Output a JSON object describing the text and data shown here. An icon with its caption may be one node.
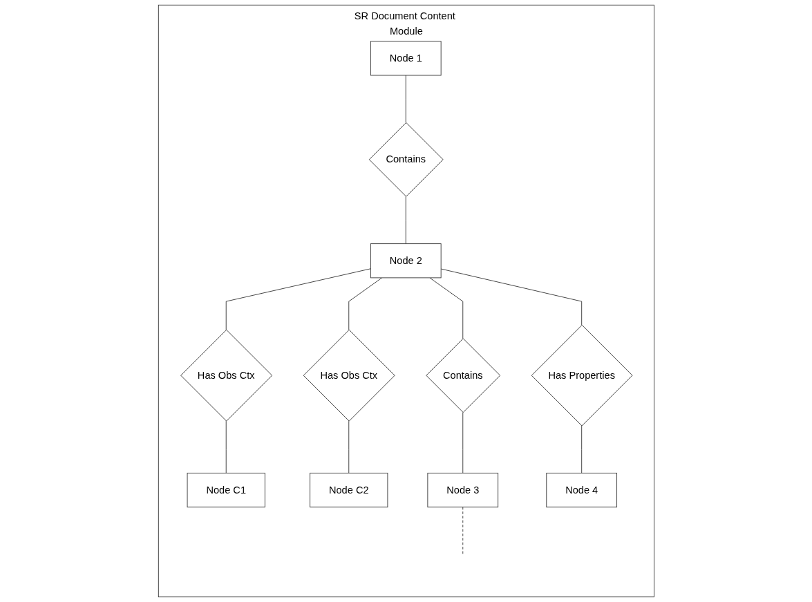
{
  "diagram": {
    "nodes": [
      {
        "text": [
          "SR Document Content Module"
        ]
      },
      {
        "text": [
          "Node 1"
        ],
        "in": 0
      },
      {
        "text": [
          "Contains"
        ],
        "in": 0
      },
      {
        "text": [
          "Node 2"
        ],
        "in": 0
      },
      {
        "text": [
          "Has Obs Ctx"
        ],
        "in": 0
      },
      {
        "text": [
          "Has Obs Ctx"
        ],
        "in": 0
      },
      {
        "text": [
          "Contains"
        ],
        "in": 0
      },
      {
        "text": [
          "Has Properties"
        ],
        "in": 0
      },
      {
        "text": [
          "Node C1"
        ],
        "in": 0
      },
      {
        "text": [
          "Node C2"
        ],
        "in": 0
      },
      {
        "text": [
          "Node 3"
        ],
        "in": 0
      },
      {
        "text": [
          "Node 4"
        ],
        "in": 0
      }
    ],
    "edges": [
      {
        "from": 1,
        "to": 2,
        "arrow": "none"
      },
      {
        "from": 2,
        "to": 3,
        "arrow": "none"
      },
      {
        "from": 3,
        "to": 4,
        "arrow": "none"
      },
      {
        "from": 3,
        "to": 5,
        "arrow": "none"
      },
      {
        "from": 3,
        "to": 6,
        "arrow": "none"
      },
      {
        "from": 3,
        "to": 7,
        "arrow": "none"
      },
      {
        "from": 4,
        "to": 8,
        "arrow": "none"
      },
      {
        "from": 5,
        "to": 9,
        "arrow": "none"
      },
      {
        "from": 6,
        "to": 10,
        "arrow": "none"
      },
      {
        "from": 7,
        "to": 11,
        "arrow": "none"
      },
      {
        "from": 10,
        "to": null,
        "arrow": "none",
        "style": "dashed"
      }
    ]
  }
}
